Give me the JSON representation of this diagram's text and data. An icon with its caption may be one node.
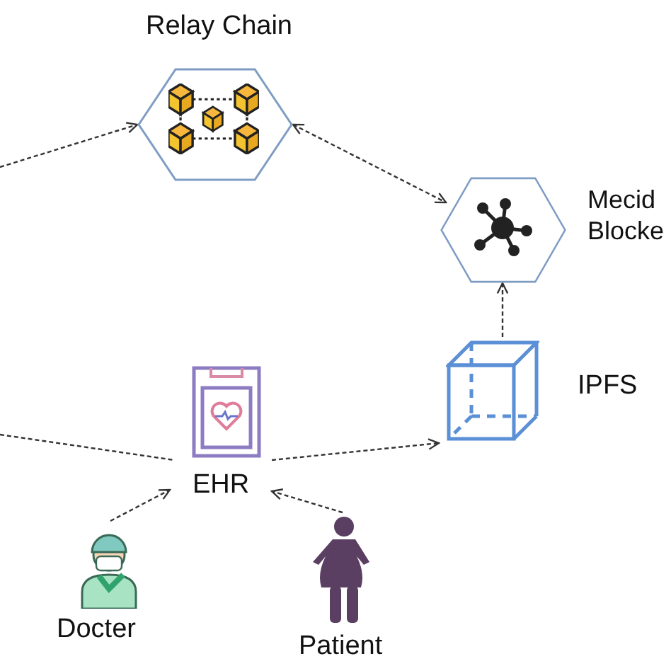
{
  "diagram": {
    "nodes": [
      {
        "text": [
          "Relay Chain"
        ]
      },
      {
        "text": [
          "Mecid Blocke"
        ]
      },
      {
        "text": [
          "IPFS"
        ]
      },
      {
        "text": [
          "EHR"
        ]
      },
      {
        "text": [
          "Docter"
        ]
      },
      {
        "text": [
          "Patient"
        ]
      }
    ],
    "edges": [
      {
        "from": null,
        "to": 0,
        "arrow": "to"
      },
      {
        "from": 0,
        "to": 1,
        "arrow": "both"
      },
      {
        "from": 2,
        "to": 1,
        "arrow": "to"
      },
      {
        "from": 3,
        "to": 2,
        "arrow": "to"
      },
      {
        "from": null,
        "to": 3,
        "arrow": "none"
      },
      {
        "from": 4,
        "to": 3,
        "arrow": "to"
      },
      {
        "from": 5,
        "to": 3,
        "arrow": "to"
      }
    ]
  }
}
